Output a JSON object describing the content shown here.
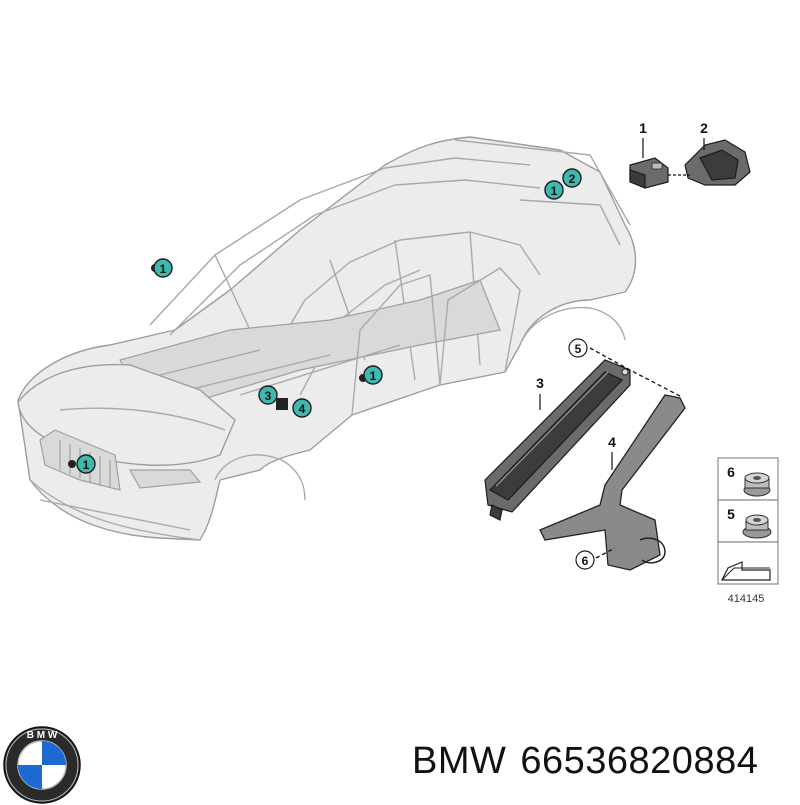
{
  "diagram_number": "414145",
  "brand": "BMW",
  "part_number": "66536820884",
  "logo_letters": "BMW",
  "car_callouts": [
    "1",
    "2",
    "1",
    "1",
    "3",
    "4",
    "1"
  ],
  "part_labels": [
    "1",
    "2",
    "3",
    "4",
    "5",
    "6"
  ],
  "legend_labels": [
    "6",
    "5"
  ],
  "colors": {
    "callout": "#3fb8b0",
    "bmw_blue": "#1c69d4"
  }
}
